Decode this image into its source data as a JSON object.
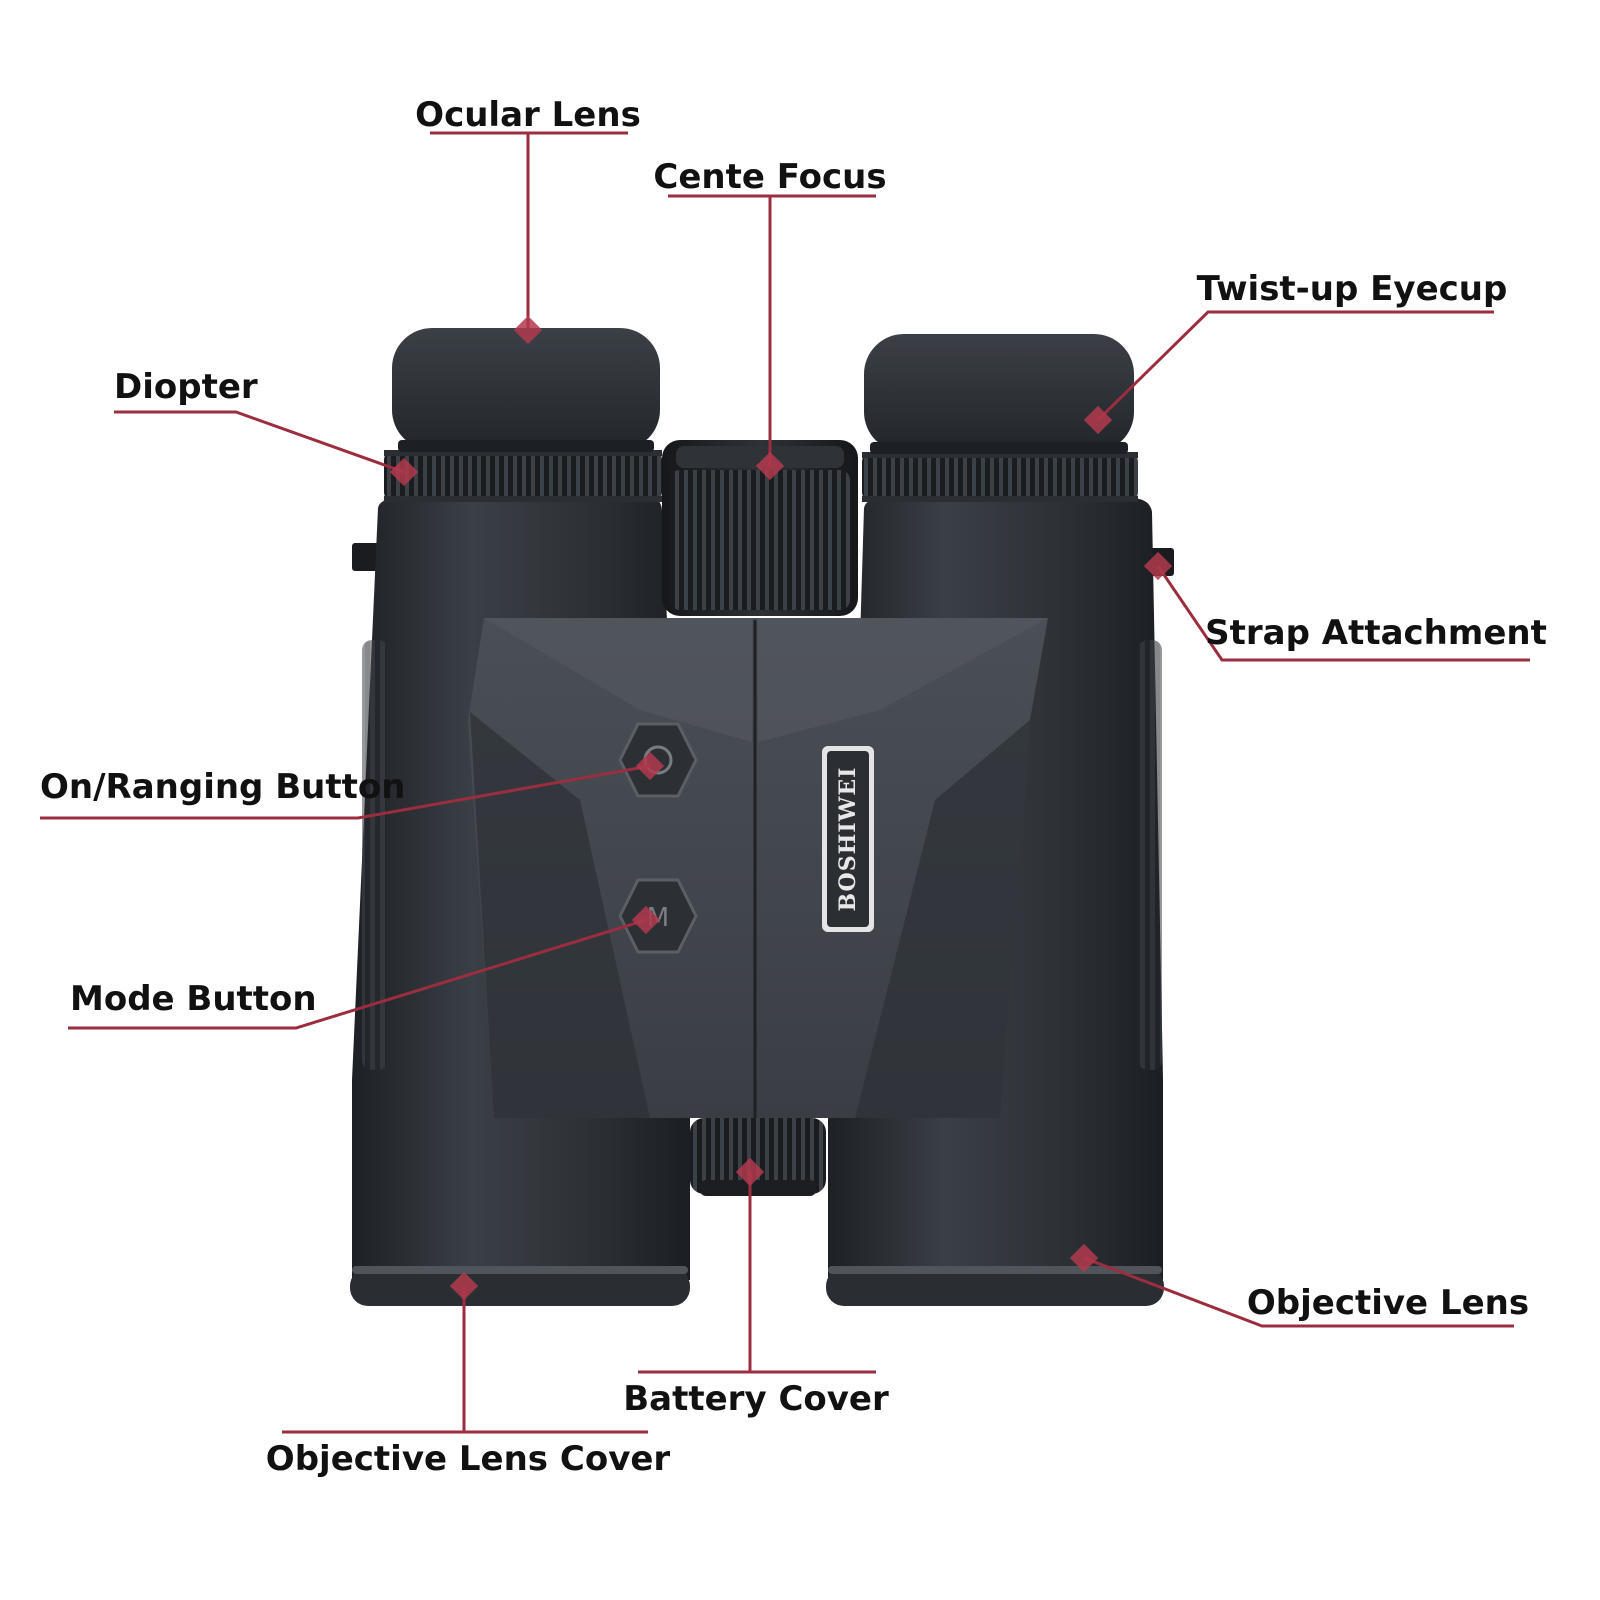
{
  "accent_color": "#9c2d3f",
  "brand_text": "BOSHIWEI",
  "labels": {
    "ocular_lens": "Ocular Lens",
    "center_focus": "Cente Focus",
    "twist_up_eyecup": "Twist-up Eyecup",
    "diopter": "Diopter",
    "strap_attachment": "Strap Attachment",
    "on_ranging_button": "On/Ranging Button",
    "mode_button": "Mode Button",
    "objective_lens": "Objective Lens",
    "battery_cover": "Battery Cover",
    "objective_lens_cover": "Objective Lens Cover"
  },
  "button_marks": {
    "mode": "M"
  }
}
